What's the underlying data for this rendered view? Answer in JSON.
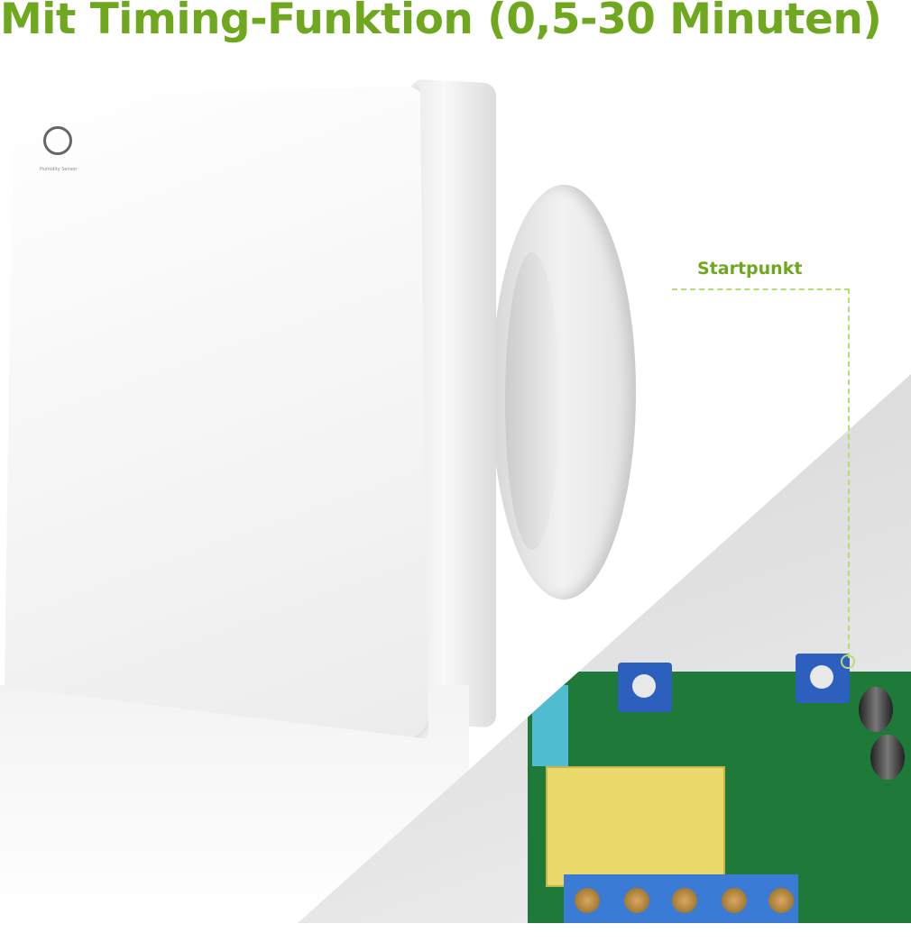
{
  "header": {
    "title": "Mit Timing-Funktion (0,5-30 Minuten)"
  },
  "product": {
    "logo_text": "Humidity Sensor",
    "logo_icon": "humidity-gauge-drop-icon"
  },
  "callout": {
    "label": "Startpunkt"
  },
  "colors": {
    "accent": "#6fa81e",
    "callout_line": "#b6dc73",
    "pcb": "#1f7a3a"
  }
}
